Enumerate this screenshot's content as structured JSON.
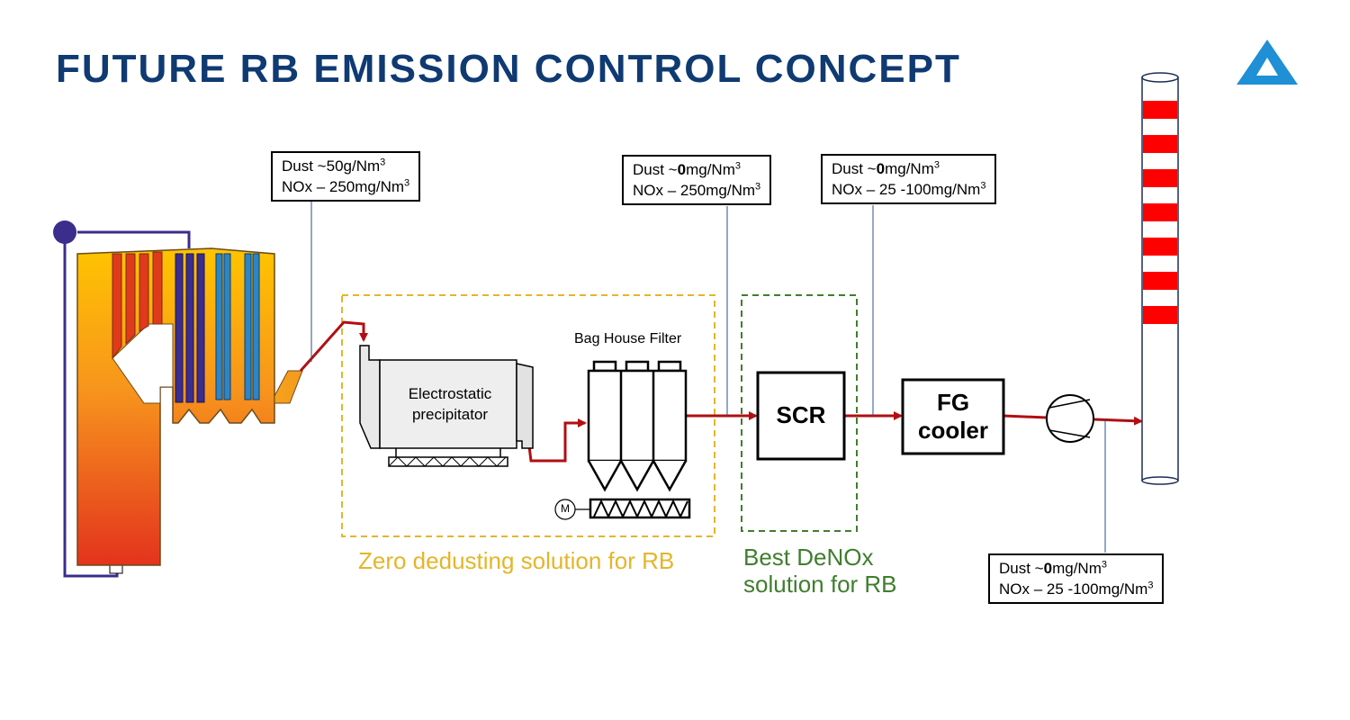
{
  "title": "FUTURE RB EMISSION CONTROL CONCEPT",
  "colors": {
    "title": "#0f3a72",
    "logo": "#1f8fd6",
    "flue_line": "#b10f12",
    "zero_dedusting": "#e5b52a",
    "denox": "#3f7e2e",
    "circulation": "#3a2d8c"
  },
  "logo": {
    "icon": "company-a-triangle-logo"
  },
  "measurements": [
    {
      "dust_prefix": "Dust ~",
      "dust_bold": "",
      "dust_value": "50g/Nm",
      "dust_exp": "3",
      "nox_value": "NOx – 250mg/Nm",
      "nox_exp": "3"
    },
    {
      "dust_prefix": "Dust ~",
      "dust_bold": "0",
      "dust_value": "mg/Nm",
      "dust_exp": "3",
      "nox_value": "NOx – 250mg/Nm",
      "nox_exp": "3"
    },
    {
      "dust_prefix": "Dust ~",
      "dust_bold": "0",
      "dust_value": "mg/Nm",
      "dust_exp": "3",
      "nox_value": "NOx – 25 -100mg/Nm",
      "nox_exp": "3"
    },
    {
      "dust_prefix": "Dust ~",
      "dust_bold": "0",
      "dust_value": "mg/Nm",
      "dust_exp": "3",
      "nox_value": "NOx – 25 -100mg/Nm",
      "nox_exp": "3"
    }
  ],
  "equipment": {
    "esp_line1": "Electrostatic",
    "esp_line2": "precipitator",
    "baghouse": "Bag House Filter",
    "motor": "M",
    "scr": "SCR",
    "fg_cooler_line1": "FG",
    "fg_cooler_line2": "cooler"
  },
  "regions": {
    "zero_dedusting": "Zero dedusting solution for RB",
    "denox_line1": "Best DeNOx",
    "denox_line2": "solution for RB"
  }
}
